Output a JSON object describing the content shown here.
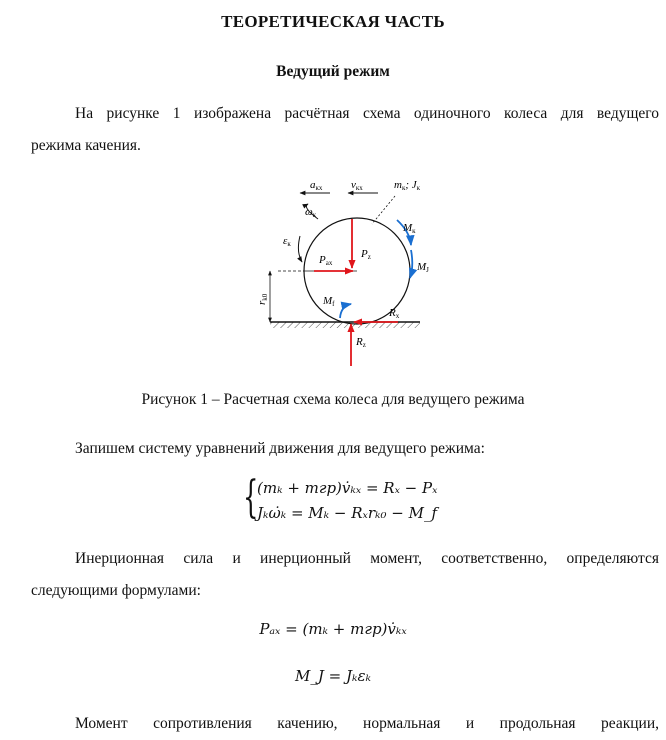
{
  "heading": "ТЕОРЕТИЧЕСКАЯ ЧАСТЬ",
  "subheading": "Ведущий режим",
  "para1": {
    "line1": "На рисунке 1 изображена расчётная схема одиночного колеса для ведущего",
    "line2": "режима качения."
  },
  "figure": {
    "caption": "Рисунок 1 – Расчетная схема колеса для ведущего режима",
    "labels": {
      "a": "a",
      "a_sub": "кx",
      "v": "v",
      "v_sub": "кx",
      "m": "m",
      "m_sub": "к",
      "sep": "; ",
      "J": "J",
      "J_sub": "к",
      "omega": "ω",
      "omega_sub": "к",
      "eps": "ε",
      "eps_sub": "к",
      "Mk": "M",
      "Mk_sub": "к",
      "Pz": "P",
      "Pz_sub": "z",
      "Pax": "P",
      "Pax_sub": "ax",
      "MJ": "M",
      "MJ_sub": "J",
      "rk0": "r",
      "rk0_sub": "k0",
      "Mf": "M",
      "Mf_sub": "f",
      "Rx": "R",
      "Rx_sub": "x",
      "Rz": "R",
      "Rz_sub": "z"
    }
  },
  "para2": "Запишем систему уравнений движения для ведущего режима:",
  "system": {
    "line1": "(mₖ + mгр)v̇ₖₓ = Rₓ − Pₓ",
    "line2": "Jₖω̇ₖ = Mₖ − Rₓrₖ₀ − M_f"
  },
  "para3": {
    "line1": "Инерционная сила и инерционный момент, соответственно, определяются",
    "line2": "следующими формулами:"
  },
  "formula1": "Pₐₓ = (mₖ + mгр)v̇ₖₓ",
  "formula2": "M_J = Jₖεₖ",
  "para4": "Момент сопротивления качению, нормальная и продольная реакции,"
}
